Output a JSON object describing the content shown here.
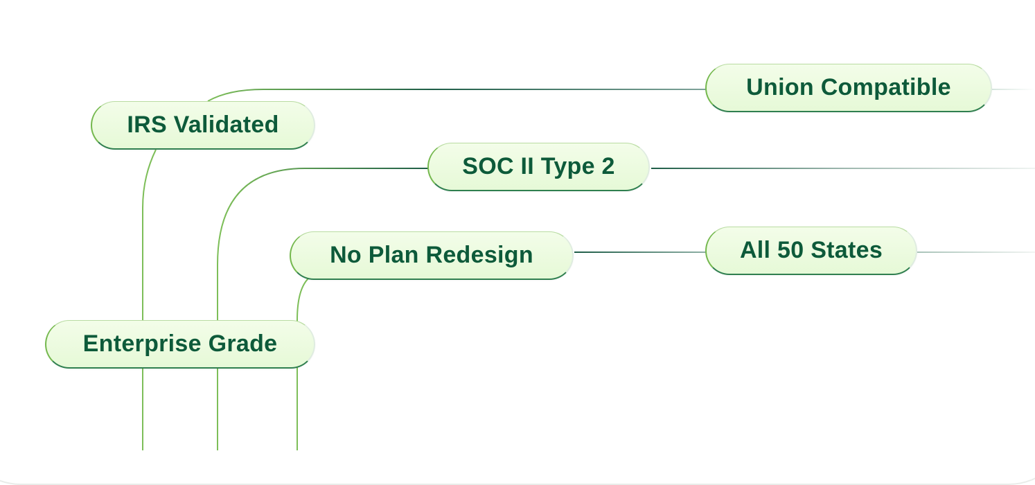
{
  "diagram": {
    "nodes": {
      "union_compatible": "Union Compatible",
      "irs_validated": "IRS Validated",
      "soc_ii_type_2": "SOC II Type 2",
      "no_plan_redesign": "No Plan Redesign",
      "all_50_states": "All 50 States",
      "enterprise_grade": "Enterprise Grade"
    },
    "colors": {
      "line_green": "#7dbe58",
      "line_dark": "#1c5a45",
      "pill_text": "#0d5a3a",
      "pill_fill": "#ecfadf"
    }
  }
}
